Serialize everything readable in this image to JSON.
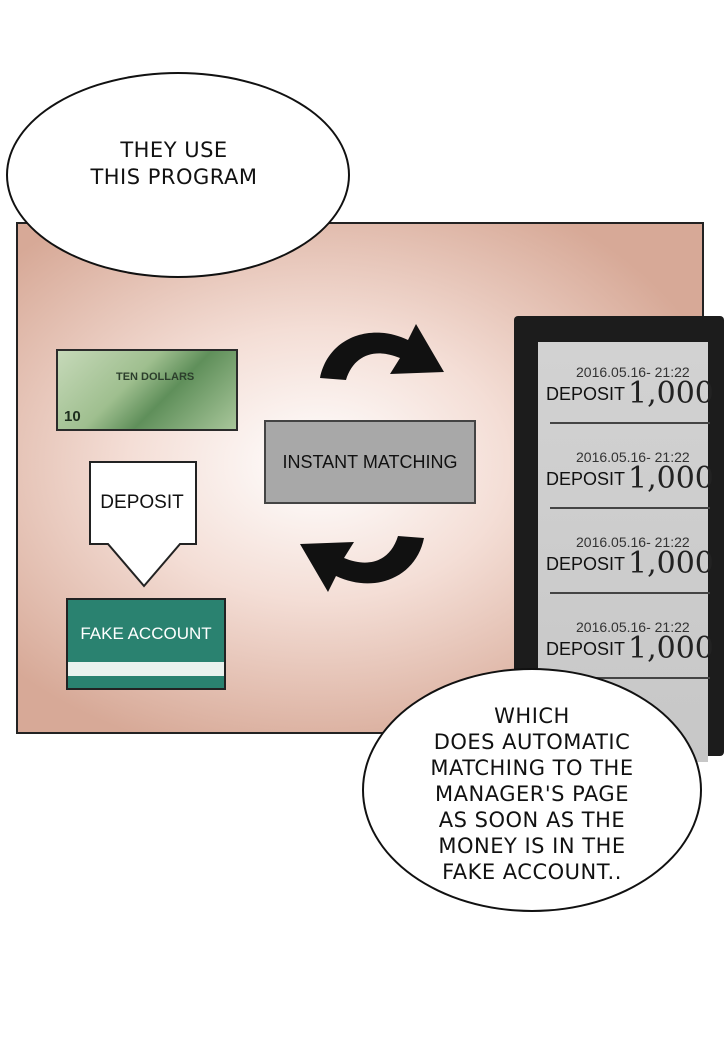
{
  "bubbles": {
    "top": "THEY USE\nTHIS PROGRAM",
    "bottom": "WHICH\nDOES AUTOMATIC\nMATCHING TO THE\nMANAGER'S PAGE\nAS SOON AS THE\nMONEY IS IN THE\nFAKE ACCOUNT.."
  },
  "diagram": {
    "bill_label": "TEN DOLLARS",
    "bill_number": "10",
    "deposit_label": "DEPOSIT",
    "fake_account_label": "FAKE ACCOUNT",
    "matching_label": "INSTANT MATCHING"
  },
  "screen": {
    "entries": [
      {
        "date": "2016.05.16- 21:22",
        "label": "DEPOSIT",
        "amount": "1,000"
      },
      {
        "date": "2016.05.16- 21:22",
        "label": "DEPOSIT",
        "amount": "1,000"
      },
      {
        "date": "2016.05.16- 21:22",
        "label": "DEPOSIT",
        "amount": "1,000"
      },
      {
        "date": "2016.05.16- 21:22",
        "label": "DEPOSIT",
        "amount": "1,000"
      }
    ]
  },
  "colors": {
    "panel_bg": "#d7a997",
    "fake_account": "#2a8270",
    "matching_box": "#a8a8a8",
    "monitor": "#1c1c1c"
  }
}
